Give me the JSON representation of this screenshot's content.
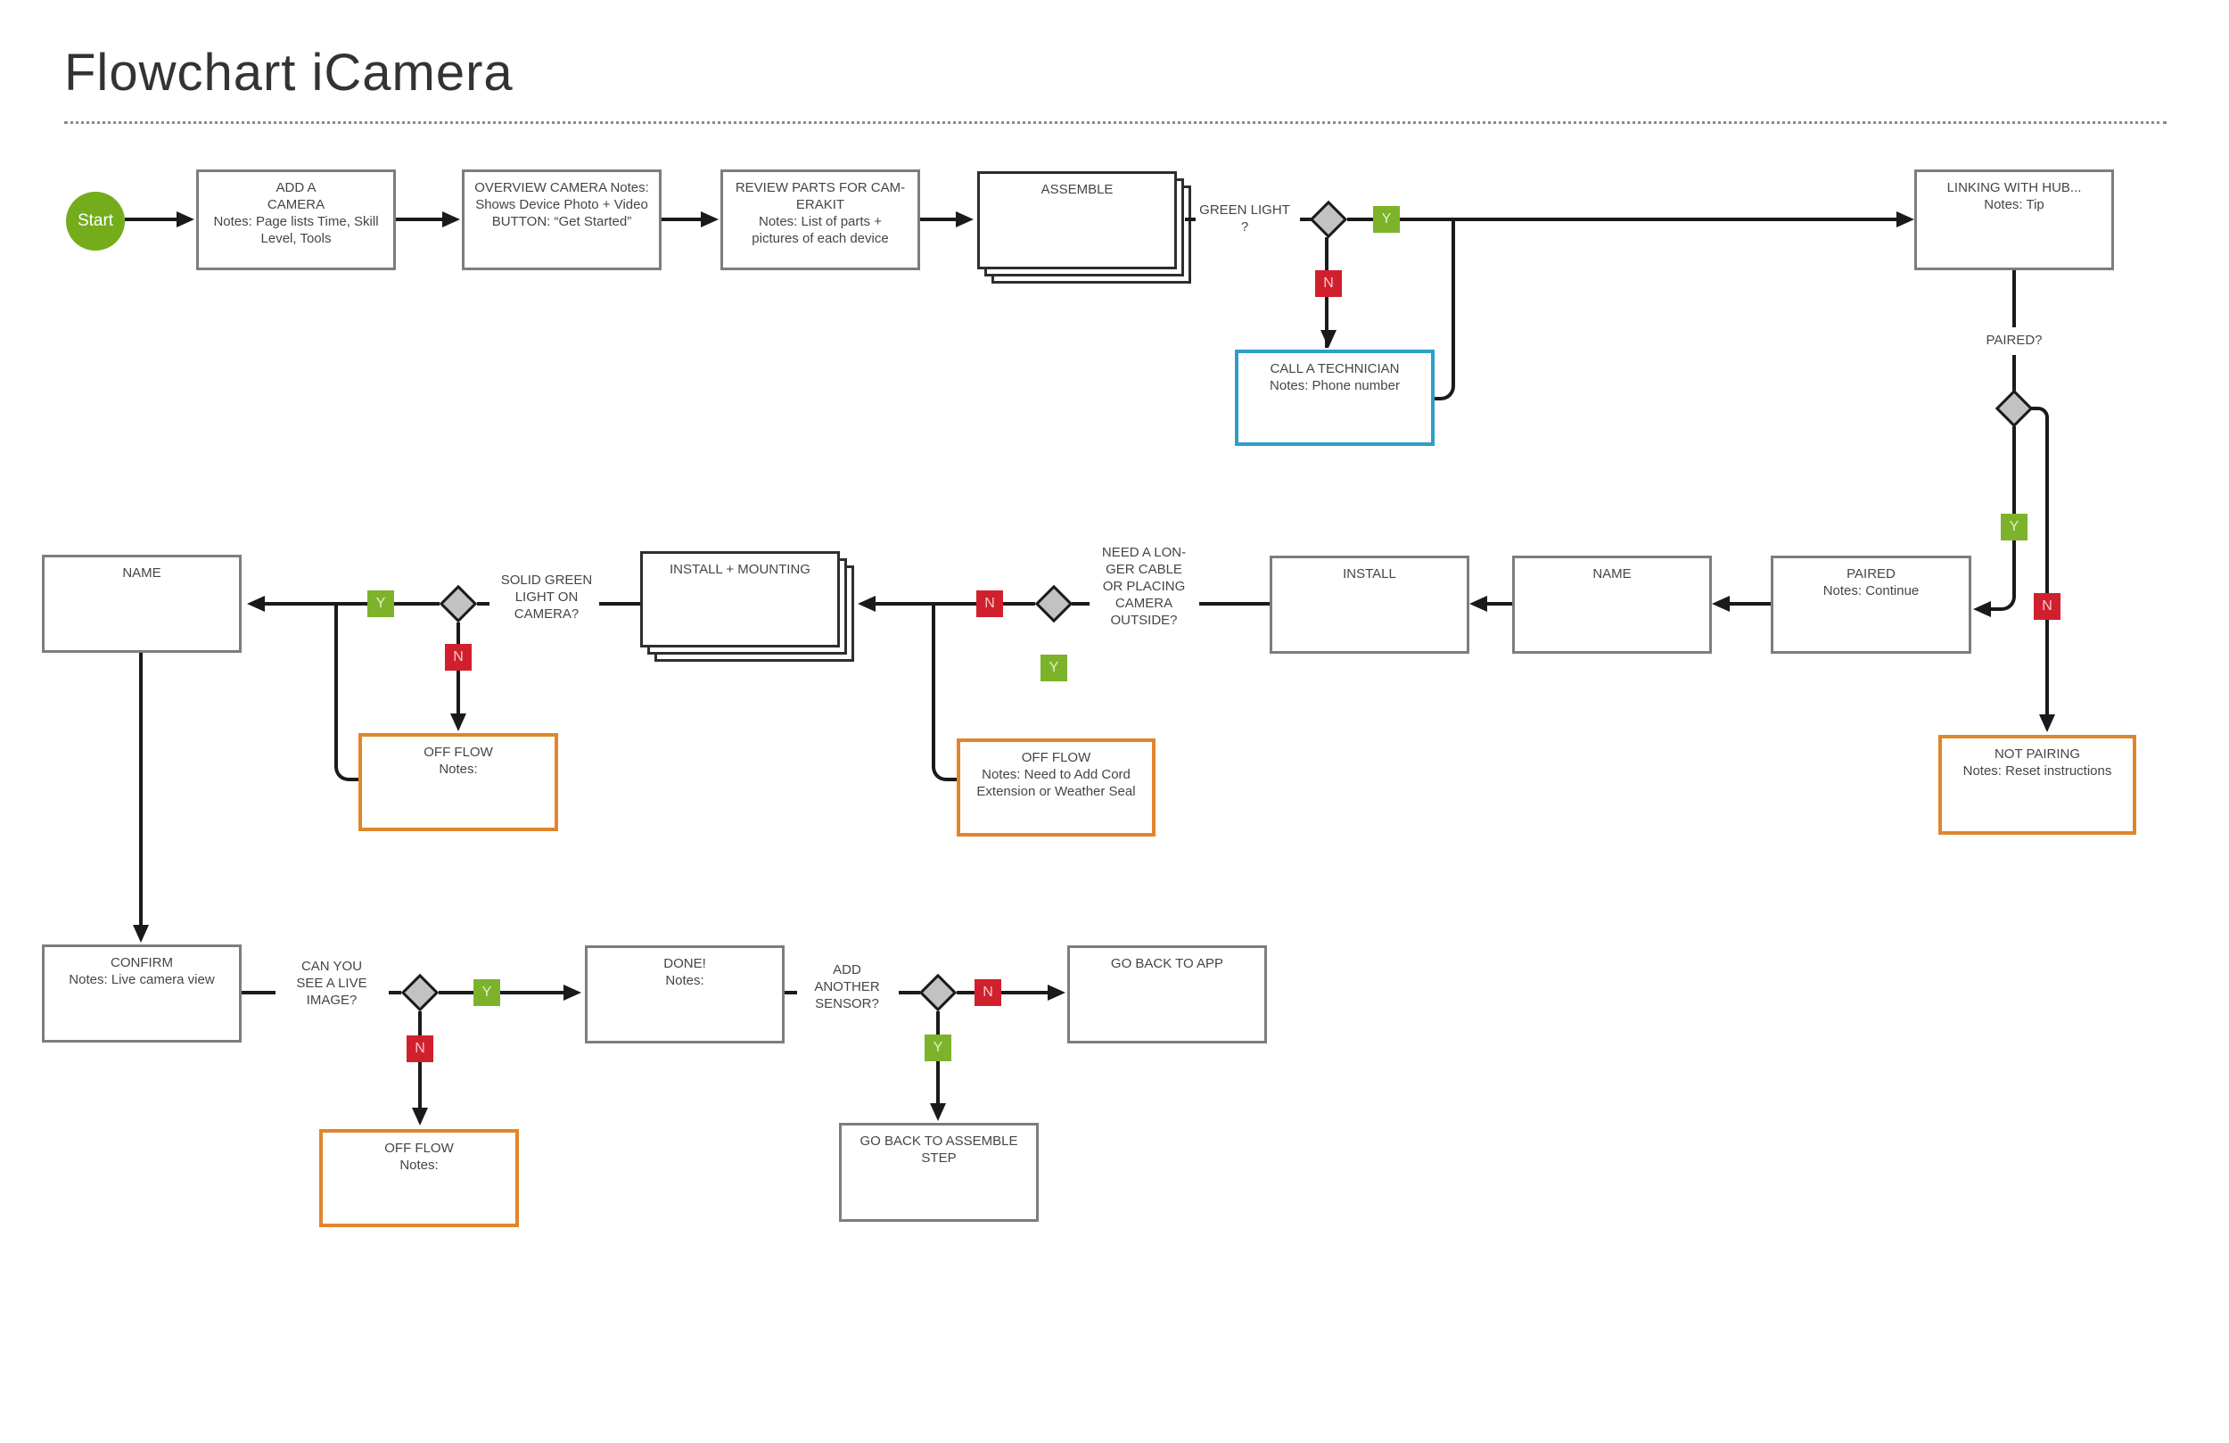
{
  "title": "Flowchart iCamera",
  "start_label": "Start",
  "yn": {
    "yes": "Y",
    "no": "N"
  },
  "nodes": {
    "add_camera": "ADD A\nCAMERA\nNotes: Page lists Time, Skill\nLevel, Tools",
    "overview_camera": "OVERVIEW CAMERA Notes:\nShows Device Photo + Video\nBUTTON: “Get Started”",
    "review_parts": "REVIEW PARTS FOR CAM-\nERAKIT\nNotes: List of parts +\npictures of each device",
    "assemble": "ASSEMBLE",
    "call_technician": "CALL A TECHNICIAN\nNotes: Phone number",
    "linking_hub": "LINKING WITH HUB...\nNotes: Tip",
    "not_pairing": "NOT PAIRING\nNotes: Reset instructions",
    "paired": "PAIRED\nNotes: Continue",
    "name_mid": "NAME",
    "install": "INSTALL",
    "install_mounting": "INSTALL + MOUNTING",
    "off_flow_cord": "OFF FLOW\nNotes: Need to Add Cord\nExtension or Weather Seal",
    "name_left": "NAME",
    "off_flow_left": "OFF FLOW\nNotes:",
    "confirm": "CONFIRM\nNotes: Live camera view",
    "off_flow_bottom": "OFF FLOW\nNotes:",
    "done": "DONE!\nNotes:",
    "go_back_app": "GO BACK TO APP",
    "go_back_assemble": "GO BACK TO ASSEMBLE\nSTEP"
  },
  "questions": {
    "green_light": "GREEN LIGHT\n?",
    "paired_q": "PAIRED?",
    "need_longer": "NEED A LON-\nGER CABLE\nOR PLACING\nCAMERA\nOUTSIDE?",
    "solid_green": "SOLID GREEN\nLIGHT ON\nCAMERA?",
    "see_live": "CAN YOU\nSEE A LIVE\nIMAGE?",
    "add_sensor": "ADD\nANOTHER\nSENSOR?"
  },
  "colors": {
    "start_green": "#74ac1c",
    "yes_green": "#7cb32b",
    "no_red": "#d1202d",
    "diamond_gray": "#c2c2c2",
    "line_black": "#1a1a1a",
    "box_border_gray": "#7d7d7d",
    "stack_border_dark": "#2e2e2e",
    "offflow_orange": "#e0862a",
    "technician_blue": "#2d9ec6",
    "text_gray": "#454545"
  }
}
